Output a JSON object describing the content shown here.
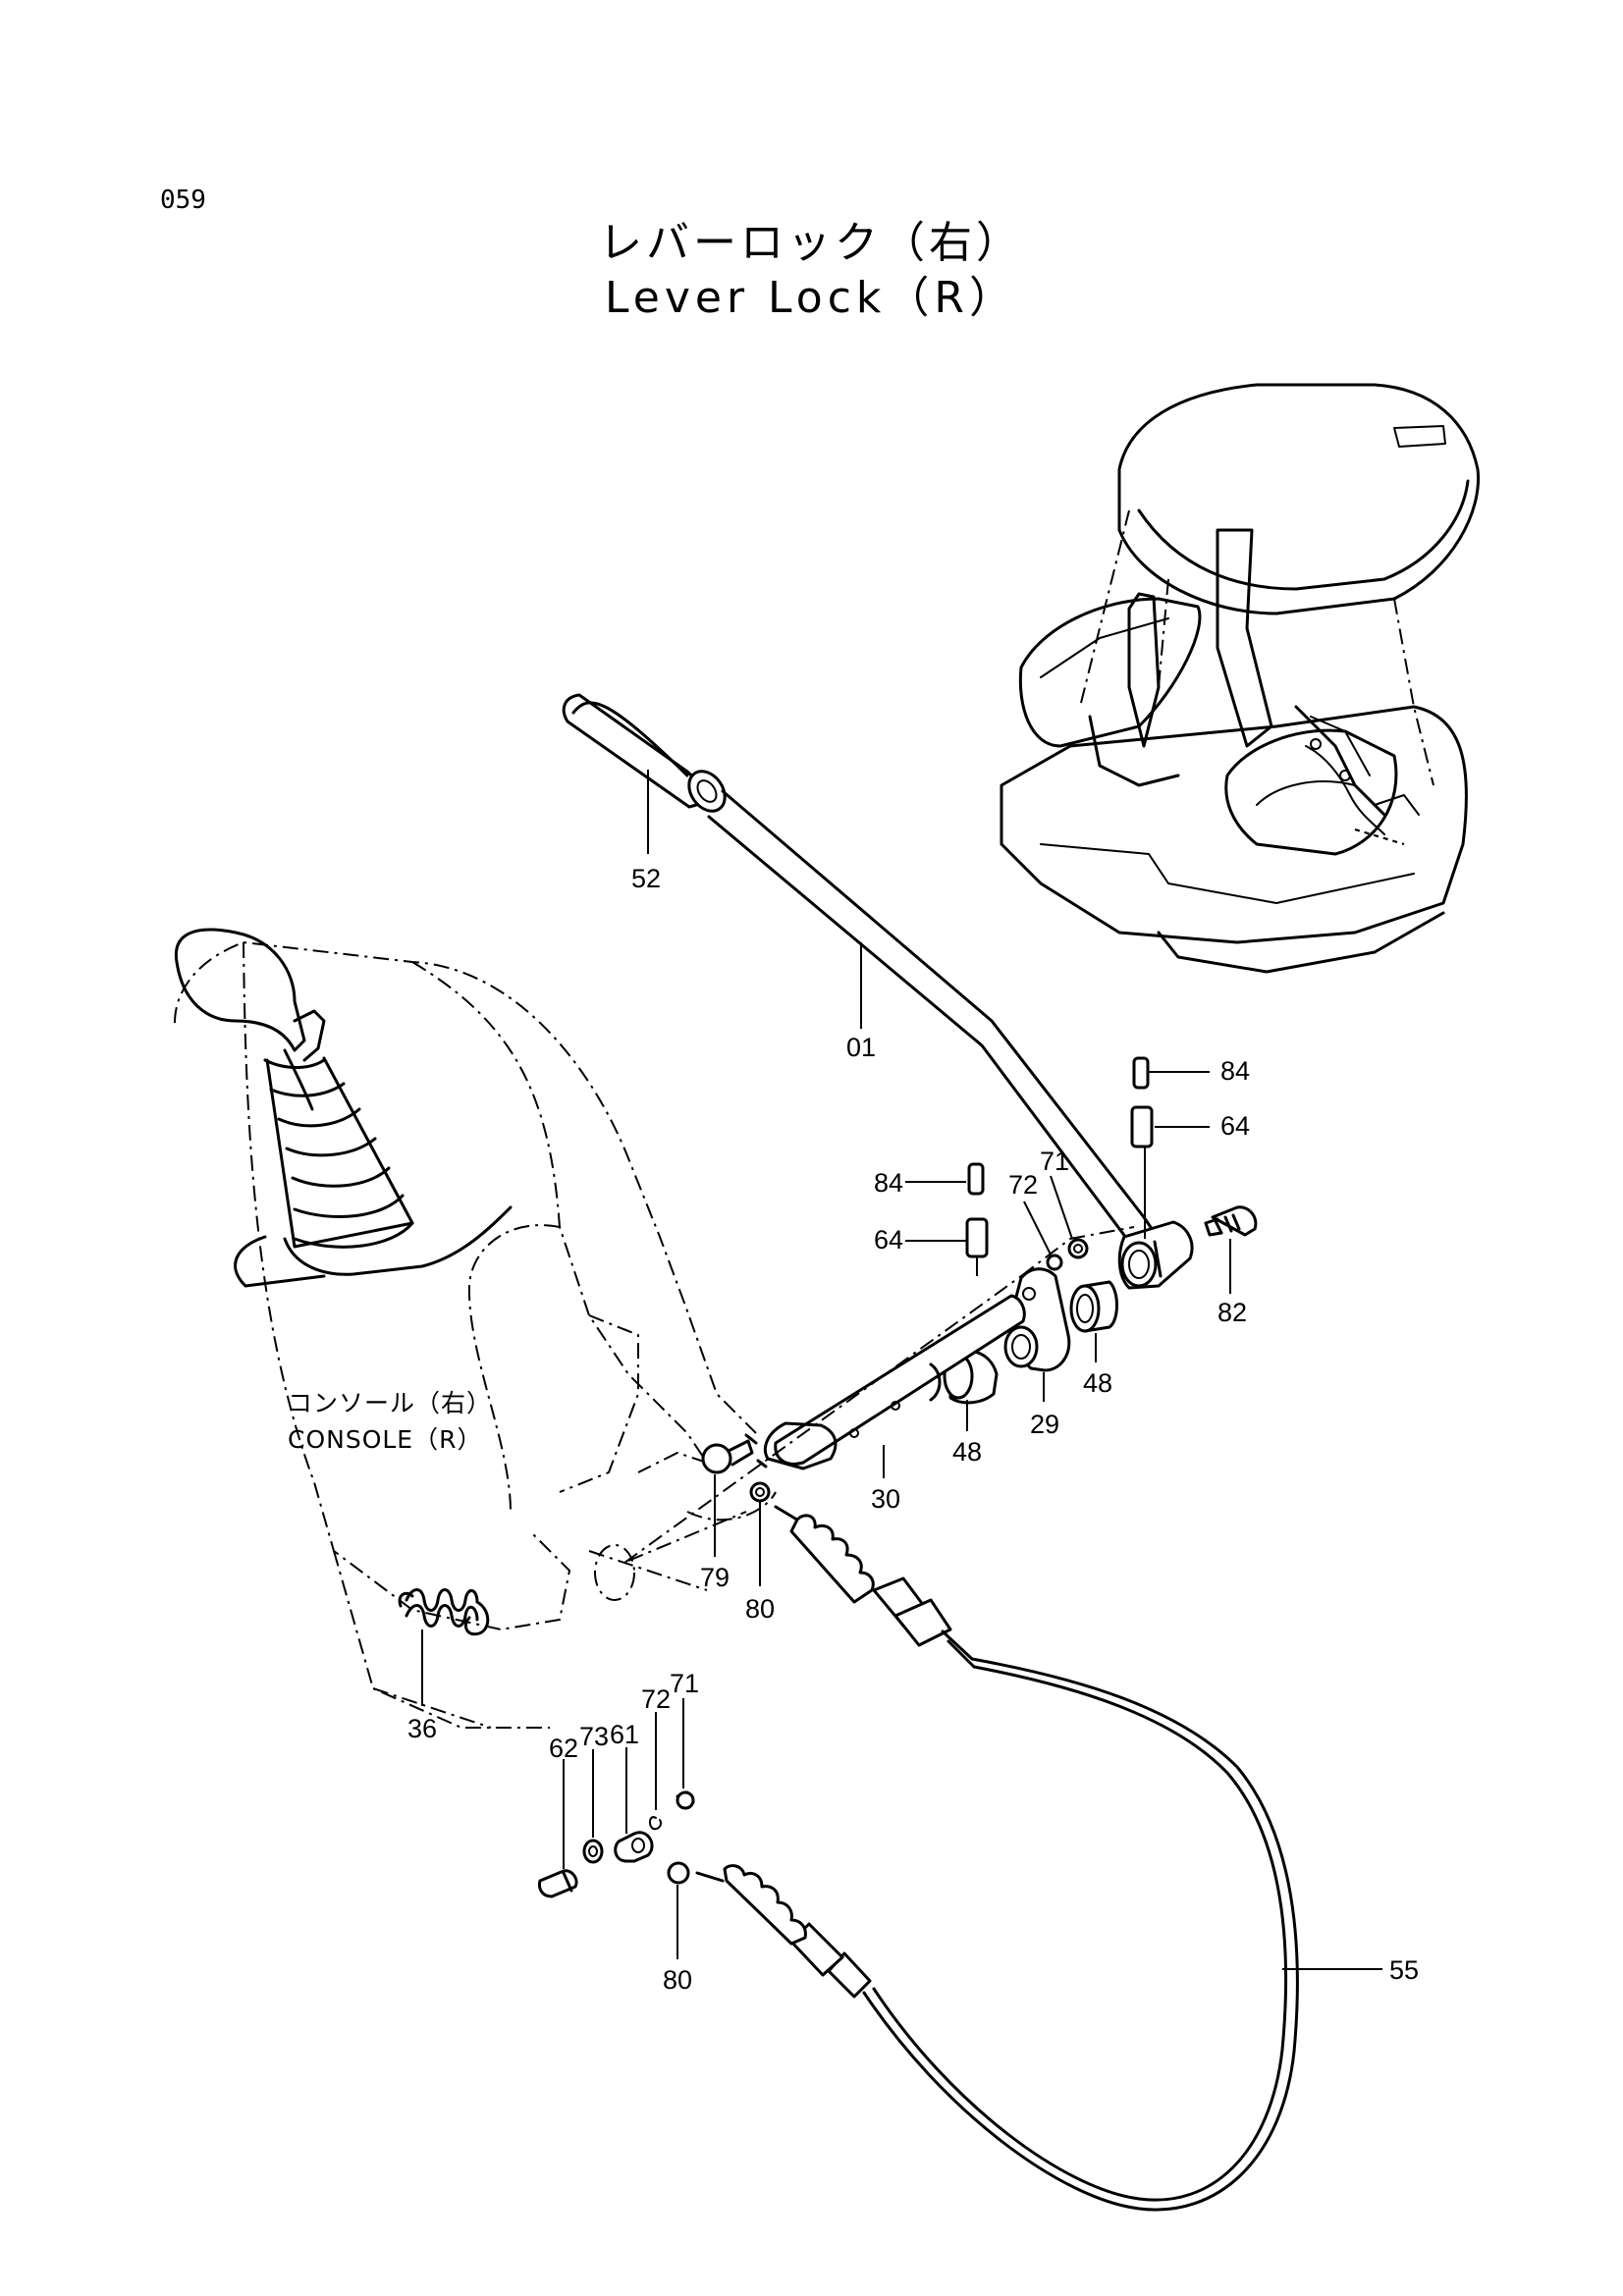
{
  "page": {
    "number": "059"
  },
  "title": {
    "ja": "レバーロック（右）",
    "en": "Lever Lock（R）"
  },
  "console_label": {
    "ja": "コンソール（右）",
    "en": "CONSOLE（R）"
  },
  "callouts": [
    "52",
    "01",
    "84",
    "64",
    "84",
    "72",
    "71",
    "64",
    "82",
    "48",
    "29",
    "48",
    "30",
    "79",
    "80",
    "36",
    "62",
    "73",
    "61",
    "72",
    "71",
    "80",
    "55"
  ]
}
